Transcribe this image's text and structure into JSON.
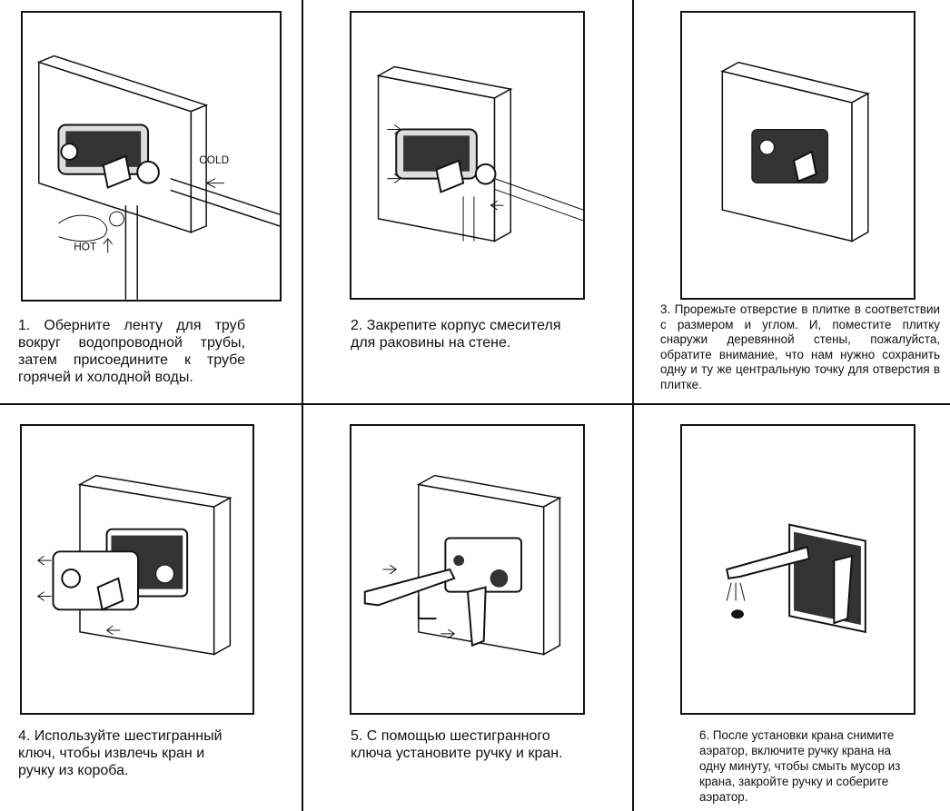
{
  "steps": [
    {
      "number": "1.",
      "text": "Оберните ленту для труб вокруг водопроводной трубы, затем присоедините к трубе горячей и холодной воды.",
      "labels": {
        "cold": "COLD",
        "hot": "HOT"
      }
    },
    {
      "number": "2.",
      "text": "Закрепите корпус смесителя для раковины на стене."
    },
    {
      "number": "3.",
      "text": "Прорежьте отверстие в плитке в соответствии с размером и углом. И, поместите плитку снаружи деревянной стены, пожалуйста, обратите внимание, что нам нужно сохранить одну и ту же центральную точку для отверстия в плитке."
    },
    {
      "number": "4.",
      "text": "Используйте шестигранный ключ, чтобы извлечь кран и ручку из короба."
    },
    {
      "number": "5.",
      "text": "С помощью шестигранного ключа установите ручку и кран."
    },
    {
      "number": "6.",
      "text": "После установки крана снимите аэратор, включите ручку крана на одну минуту, чтобы смыть мусор из крана, закройте ручку и соберите аэратор."
    }
  ]
}
